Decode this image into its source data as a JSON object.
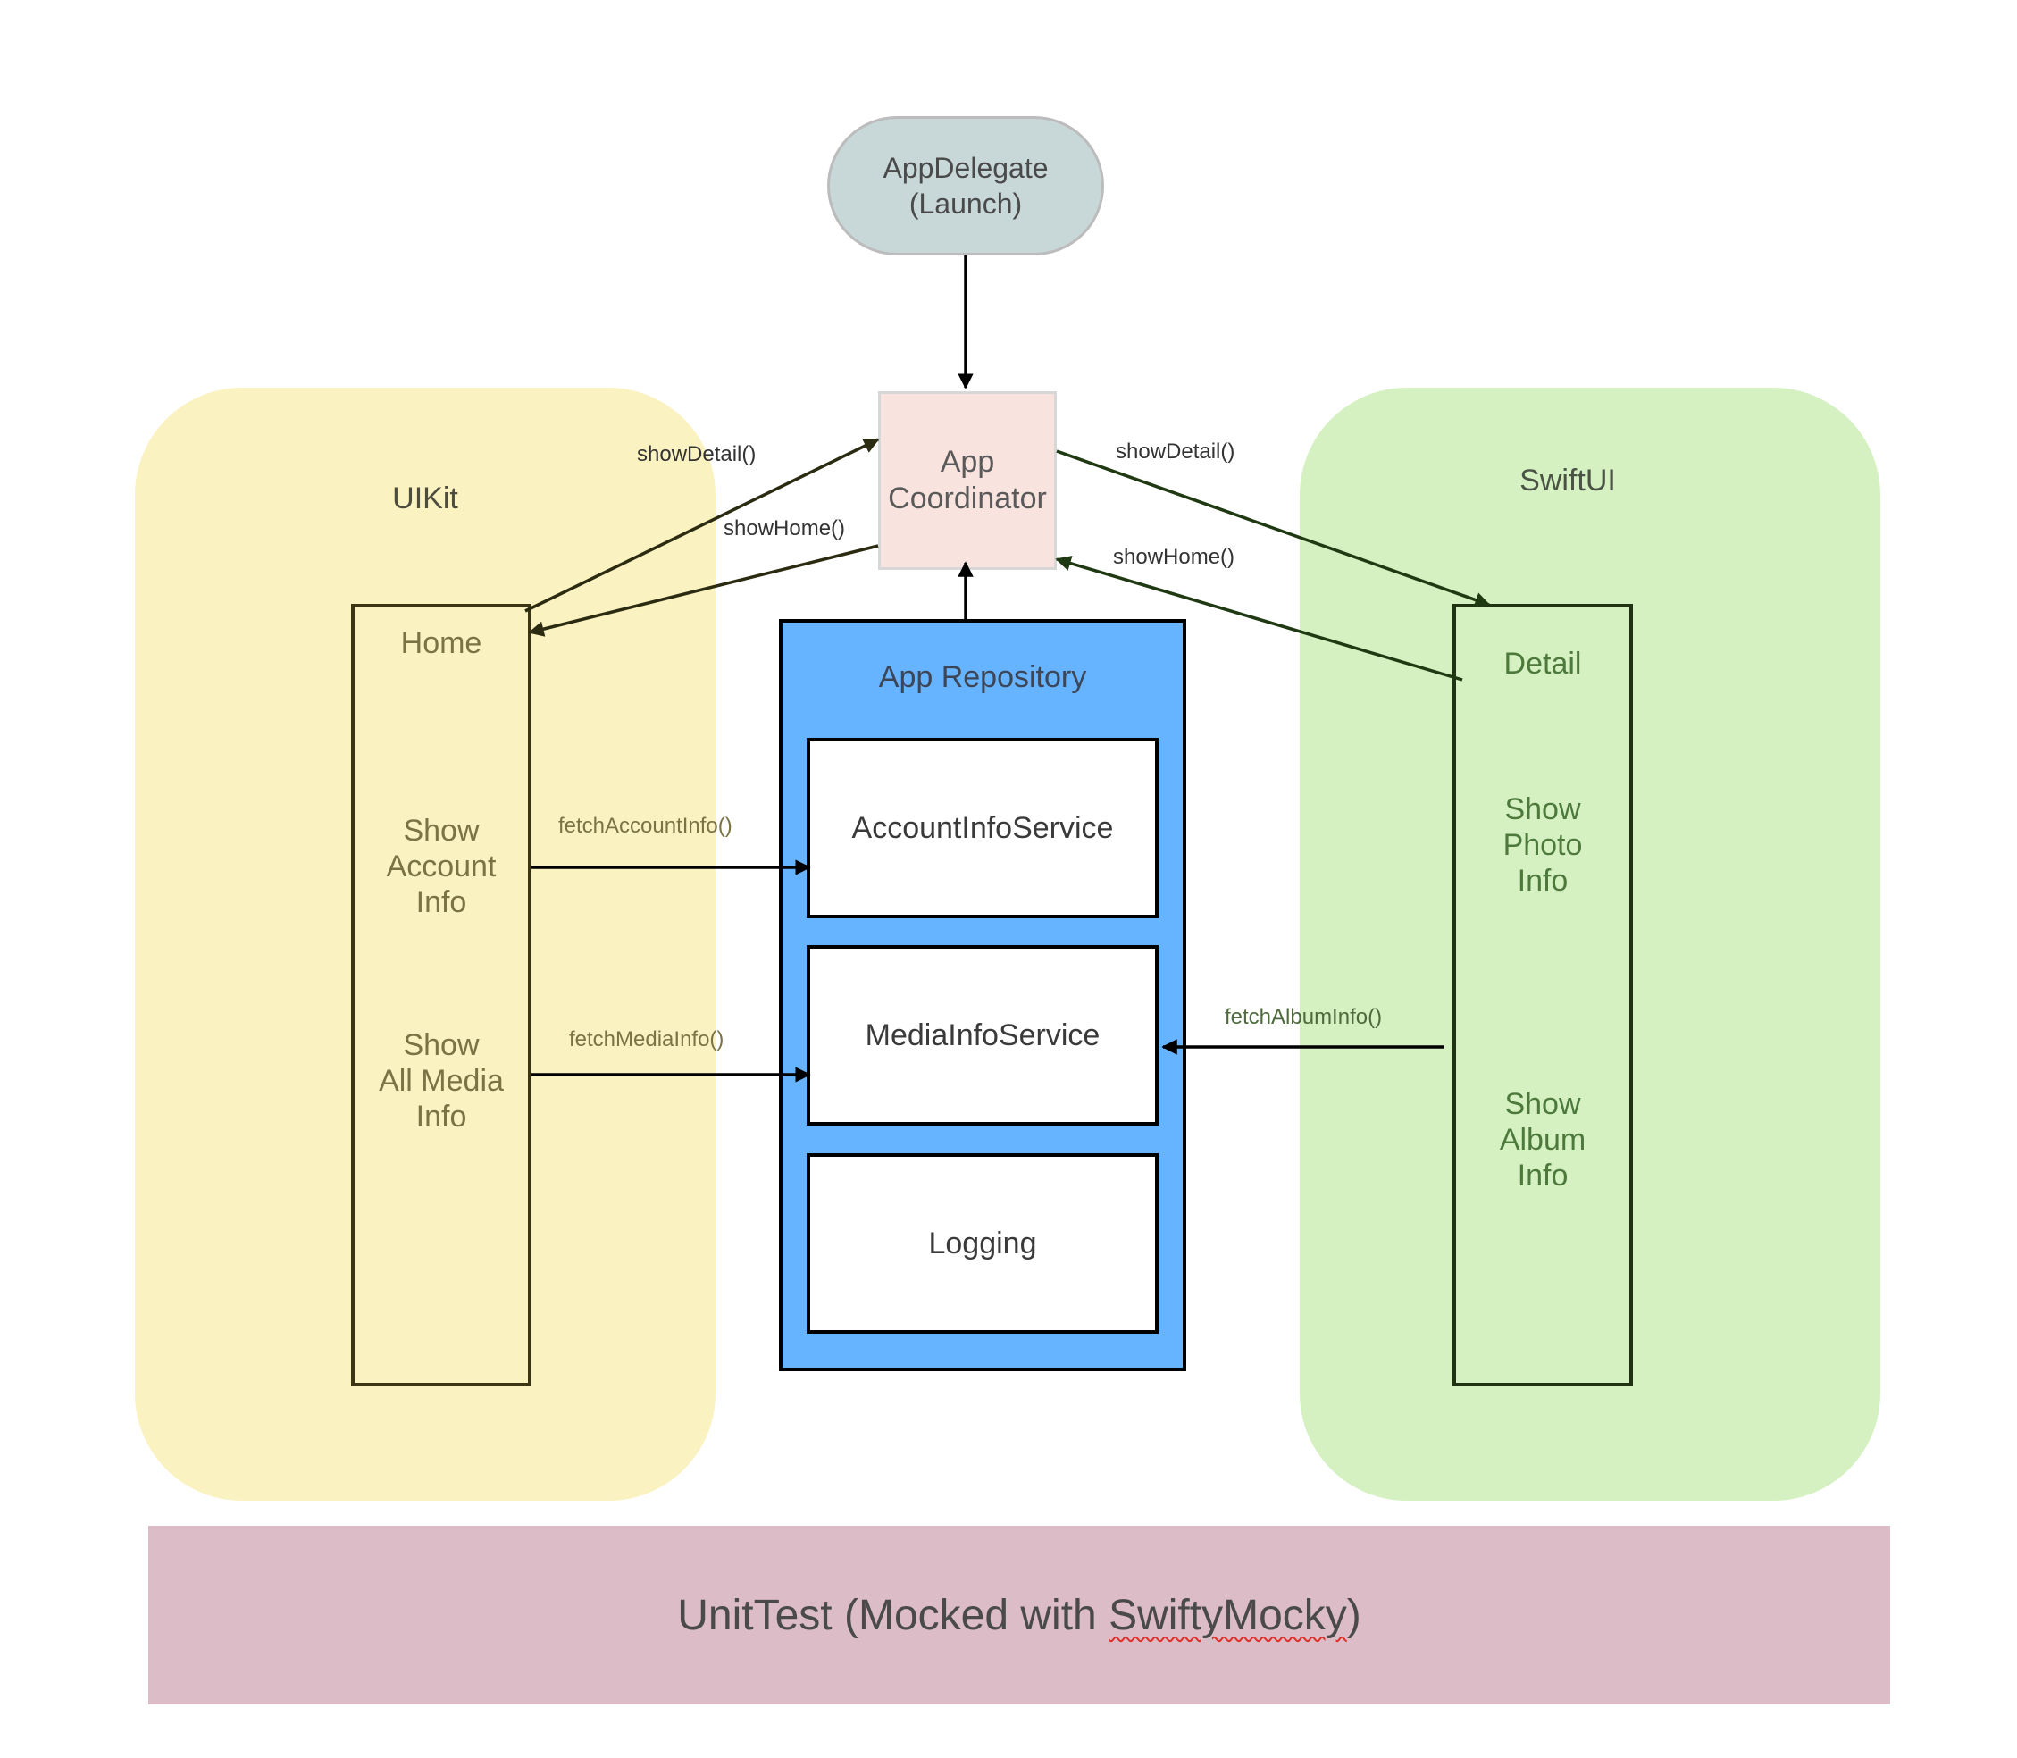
{
  "diagram": {
    "panels": {
      "uikit": {
        "title": "UIKit",
        "fill": "#fbf2c1"
      },
      "swiftui": {
        "title": "SwiftUI",
        "fill": "#d5f1c1"
      }
    },
    "nodes": {
      "app_delegate": "AppDelegate\n(Launch)",
      "app_coordinator": "App\nCoordinator",
      "app_repository": "App Repository",
      "account_info_service": "AccountInfoService",
      "media_info_service": "MediaInfoService",
      "logging": "Logging",
      "home": "Home",
      "show_account_info": "Show\nAccount\nInfo",
      "show_all_media_info": "Show\nAll Media\nInfo",
      "detail": "Detail",
      "show_photo_info": "Show\nPhoto\nInfo",
      "show_album_info": "Show\nAlbum\nInfo"
    },
    "unit_test": {
      "prefix": "UnitTest (Mocked with ",
      "highlighted": "SwiftyMocky",
      "suffix": ")",
      "fill": "#dbbcc7"
    },
    "edge_labels": {
      "home_show_detail": "showDetail()",
      "home_show_home": "showHome()",
      "detail_show_detail": "showDetail()",
      "detail_show_home": "showHome()",
      "fetch_account_info": "fetchAccountInfo()",
      "fetch_media_info": "fetchMediaInfo()",
      "fetch_album_info": "fetchAlbumInfo()"
    },
    "colors": {
      "repository": "#66b3ff",
      "coordinator": "#f8e3df",
      "app_delegate": "#c8d7d7"
    }
  }
}
